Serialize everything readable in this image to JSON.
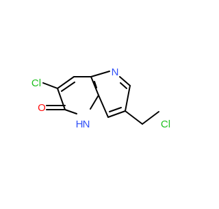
{
  "molecule": {
    "atom_labels": {
      "cl_ring": "Cl",
      "o": "O",
      "nh_h": "H",
      "nh_n": "N",
      "n_ring": "N",
      "cl_chain": "Cl"
    },
    "colors": {
      "bond": "#000000",
      "chlorine": "#1fc01f",
      "oxygen": "#ff0d0d",
      "nitrogen": "#3050f8"
    }
  }
}
